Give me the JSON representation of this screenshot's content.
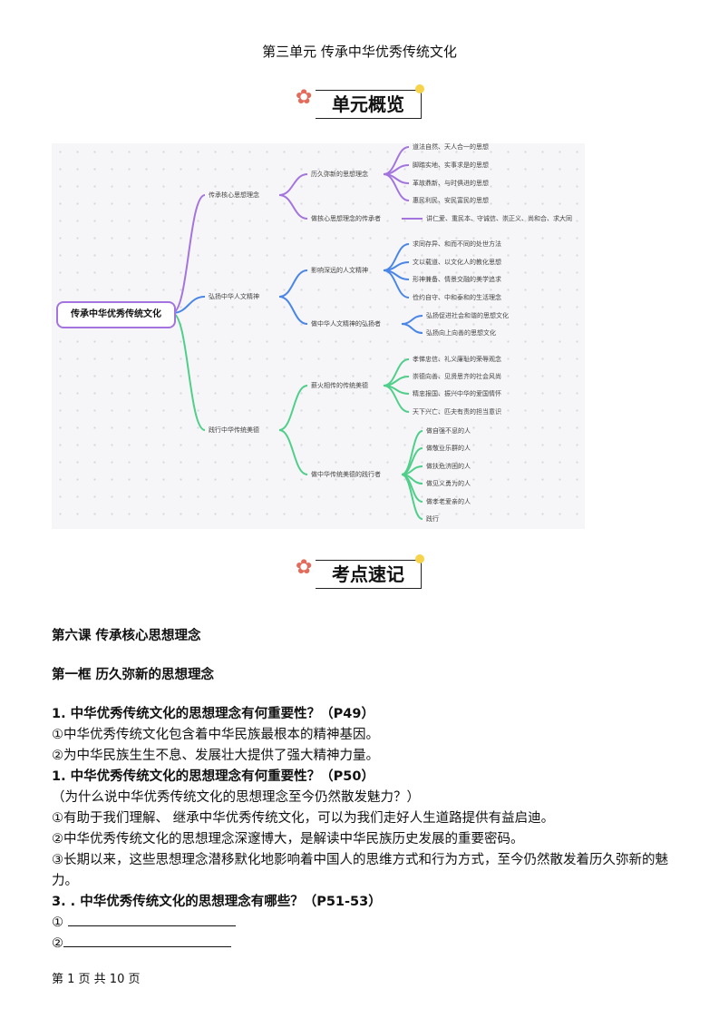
{
  "title": "第三单元 传承中华优秀传统文化",
  "badges": {
    "overview": "单元概览",
    "keypoints": "考点速记"
  },
  "mindmap": {
    "root": "传承中华优秀传统文化",
    "l1": [
      "传承核心思想理念",
      "弘扬中华人文精神",
      "践行中华传统美德"
    ],
    "l2": [
      "历久弥新的思想理念",
      "做核心思想理念的传承者",
      "影响深远的人文精神",
      "做中华人文精神的弘扬者",
      "薪火相传的传统美德",
      "做中华传统美德的践行者"
    ],
    "leaves": [
      "道法自然、天人合一的思想",
      "脚踏实地、实事求是的思想",
      "革故鼎新、与时俱进的思想",
      "惠民利民、安民富民的思想",
      "讲仁爱、重民本、守诚信、崇正义、尚和合、求大同",
      "求同存异、和而不同的处世方法",
      "文以载道、以文化人的教化思想",
      "形神兼备、情景交融的美学追求",
      "俭约自守、中和泰和的生活理念",
      "弘扬促进社会和谐的思想文化",
      "弘扬向上向善的思想文化",
      "孝悌忠信、礼义廉耻的荣辱观念",
      "崇德向善、见贤思齐的社会风尚",
      "精忠报国、振兴中华的爱国情怀",
      "天下兴亡、匹夫有责的担当意识",
      "做自强不息的人",
      "做敬业乐群的人",
      "做扶危济困的人",
      "做见义勇为的人",
      "做孝老爱亲的人",
      "践行"
    ]
  },
  "body": {
    "lesson": "第六课 传承核心思想理念",
    "section": "第一框 历久弥新的思想理念",
    "q1": "1. 中华优秀传统文化的思想理念有何重要性？（P49）",
    "q1a": [
      "①中华优秀传统文化包含着中华民族最根本的精神基因。",
      "②为中华民族生生不息、发展壮大提供了强大精神力量。"
    ],
    "q2": "1. 中华优秀传统文化的思想理念有何重要性？（P50）",
    "q2sub": "（为什么说中华优秀传统文化的思想理念至今仍然散发魅力？）",
    "q2a": [
      "①有助于我们理解、 继承中华优秀传统文化，可以为我们走好人生道路提供有益启迪。",
      "②中华优秀传统文化的思想理念深邃博大，是解读中华民族历史发展的重要密码。",
      "③长期以来，这些思想理念潜移默化地影响着中国人的思维方式和行为方式，至今仍然散发着历久弥新的魅力。"
    ],
    "q3": "3. . 中华优秀传统文化的思想理念有哪些？（P51-53）",
    "q3a": [
      "①",
      "②"
    ]
  },
  "footer": "第 1 页 共 10 页"
}
